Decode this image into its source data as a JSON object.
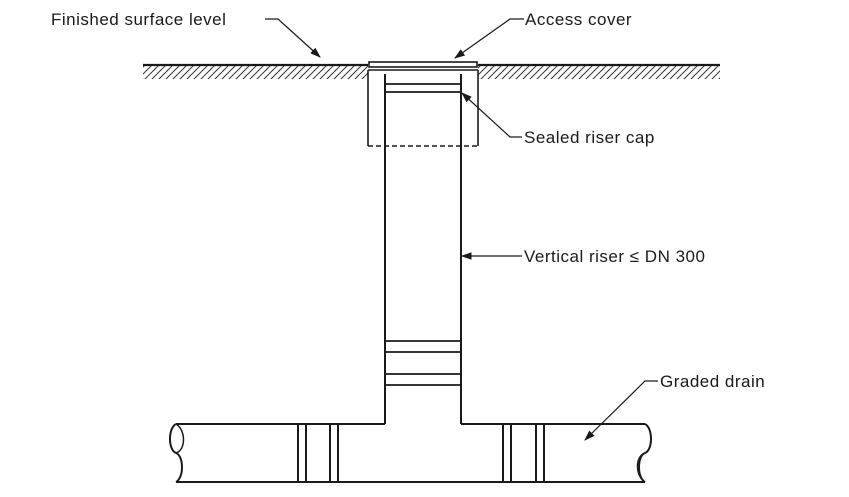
{
  "labels": {
    "finished_surface_level": "Finished surface level",
    "access_cover": "Access cover",
    "sealed_riser_cap": "Sealed riser cap",
    "vertical_riser": "Vertical riser ≤ DN 300",
    "graded_drain": "Graded drain"
  },
  "colors": {
    "line": "#1a1a1a",
    "background": "#ffffff"
  }
}
